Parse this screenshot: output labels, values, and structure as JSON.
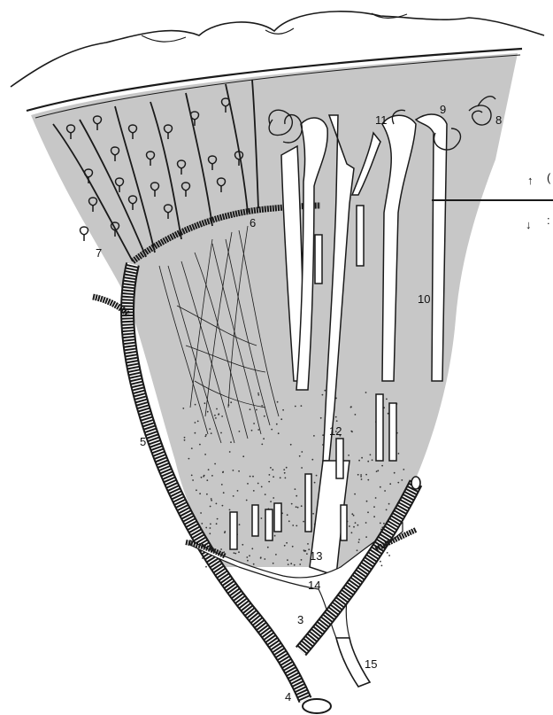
{
  "labels": [
    {
      "id": "l3",
      "text": "3"
    },
    {
      "id": "l4",
      "text": "4"
    },
    {
      "id": "l5",
      "text": "5"
    },
    {
      "id": "l6",
      "text": "6"
    },
    {
      "id": "l7",
      "text": "7"
    },
    {
      "id": "l8",
      "text": "8"
    },
    {
      "id": "l9",
      "text": "9"
    },
    {
      "id": "l10",
      "text": "10"
    },
    {
      "id": "l11",
      "text": "11"
    },
    {
      "id": "l12",
      "text": "12"
    },
    {
      "id": "l13",
      "text": "13"
    },
    {
      "id": "l14",
      "text": "14"
    },
    {
      "id": "l15",
      "text": "15"
    }
  ],
  "edge_marks": {
    "up": "↑",
    "down": "↓",
    "up_cut": "(",
    "down_cut": ":"
  },
  "colors": {
    "shading": "#c7c7c7",
    "ink": "#1a1a1a",
    "paper": "#ffffff"
  }
}
